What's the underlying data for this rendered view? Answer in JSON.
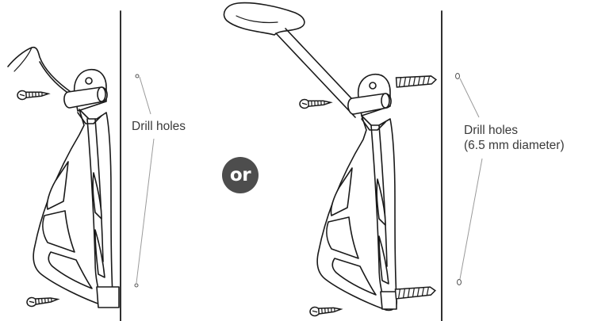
{
  "left_panel": {
    "label": "Drill holes"
  },
  "connector": {
    "text": "or",
    "color": "#4d4d4d"
  },
  "right_panel": {
    "label_line1": "Drill holes",
    "label_line2": "(6.5 mm diameter)"
  },
  "colors": {
    "stroke": "#1a1a1a",
    "text": "#3a3a3a",
    "leader": "#9a9a9a"
  }
}
